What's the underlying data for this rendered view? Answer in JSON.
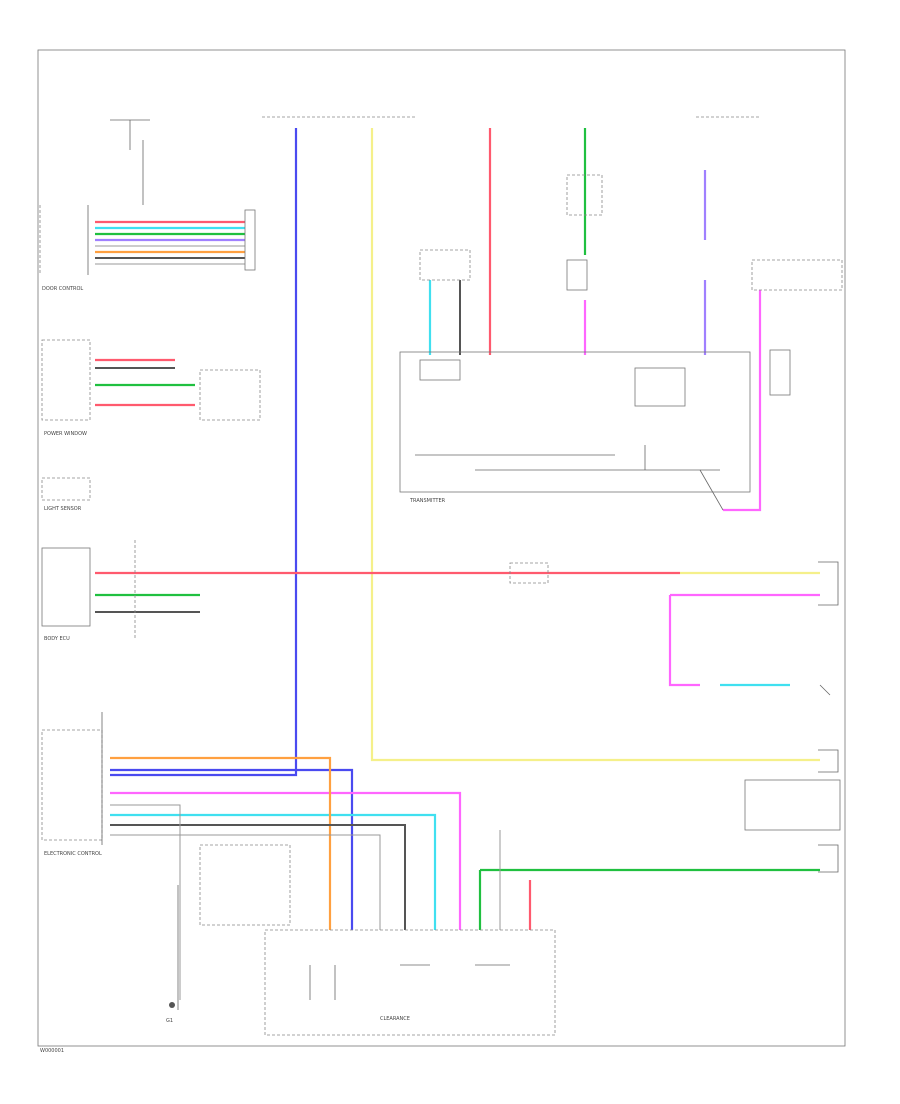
{
  "diagram": {
    "footer_code": "W000001",
    "wire_colors": {
      "red": "#ff5a6e",
      "blue": "#4a4af0",
      "yellow": "#f5f08a",
      "pink": "#ff66ff",
      "cyan": "#40e0f0",
      "green": "#20c040",
      "orange": "#ffa040",
      "black": "#444444",
      "violet": "#a080ff"
    },
    "connectors_left": [
      "DOOR CONTROL",
      "POWER WINDOW",
      "LIGHT SENSOR",
      "BODY ECU",
      "ELECTRONIC CONTROL"
    ],
    "center_box_label": "TRANSMITTER",
    "bottom_box_label": "CLEARANCE",
    "ground_label": "G1"
  }
}
